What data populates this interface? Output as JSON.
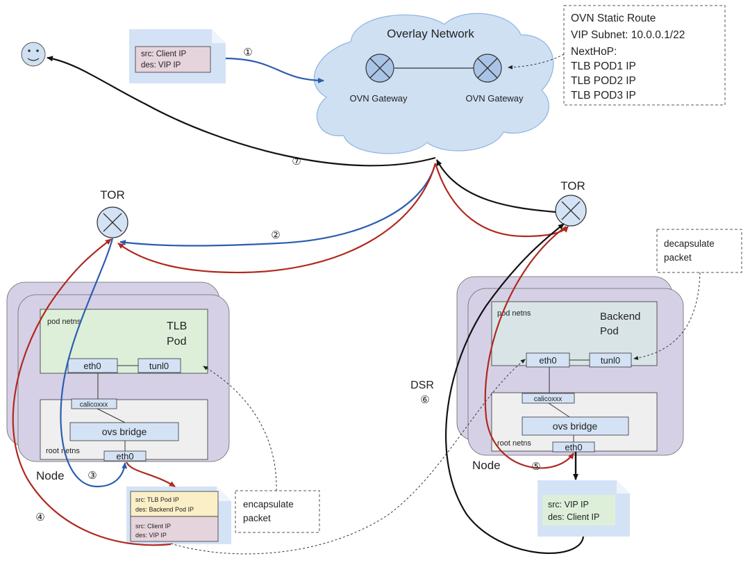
{
  "cloud": {
    "title": "Overlay Network",
    "gateway_left": "OVN Gateway",
    "gateway_right": "OVN Gateway"
  },
  "static_route": {
    "line1": "OVN Static Route",
    "line2": "VIP Subnet: 10.0.0.1/22",
    "line3": "NextHoP:",
    "line4": "TLB POD1 IP",
    "line5": "TLB POD2 IP",
    "line6": "TLB POD3 IP"
  },
  "client_packet": {
    "src": "src:  Client IP",
    "des": "des: VIP IP"
  },
  "tor_left": "TOR",
  "tor_right": "TOR",
  "steps": {
    "s1": "①",
    "s2": "②",
    "s3": "③",
    "s4": "④",
    "s5": "⑤",
    "s6": "⑥",
    "s7": "⑦"
  },
  "dsr_label": "DSR",
  "left_node": {
    "label": "Node",
    "pod_netns": "pod netns",
    "pod_title_1": "TLB",
    "pod_title_2": "Pod",
    "eth0": "eth0",
    "tunl0": "tunl0",
    "calico": "calicoxxx",
    "ovs": "ovs bridge",
    "root_netns": "root netns",
    "root_eth0": "eth0"
  },
  "right_node": {
    "label": "Node",
    "pod_netns": "pod netns",
    "pod_title_1": "Backend",
    "pod_title_2": "Pod",
    "eth0": "eth0",
    "tunl0": "tunl0",
    "calico": "calicoxxx",
    "ovs": "ovs bridge",
    "root_netns": "root netns",
    "root_eth0": "eth0"
  },
  "encap_packet": {
    "outer_src": "src:  TLB Pod IP",
    "outer_des": "des:  Backend  Pod IP",
    "inner_src": "src:  Client IP",
    "inner_des": "des:  VIP  IP"
  },
  "encapsulate_note": {
    "line1": "encapsulate",
    "line2": "packet"
  },
  "decapsulate_note": {
    "line1": "decapsulate",
    "line2": "packet"
  },
  "reply_packet": {
    "src": "src:  VIP IP",
    "des": "des: Client IP"
  },
  "colors": {
    "blue": "#2a5db0",
    "red": "#b0281e",
    "black": "#111111",
    "cloud_fill": "#cfe0f3",
    "node_fill": "#d6d0e6",
    "pod_green": "#ddefd9",
    "pod_grey": "#d9e4e6",
    "box_blue": "#d4e2f5"
  }
}
